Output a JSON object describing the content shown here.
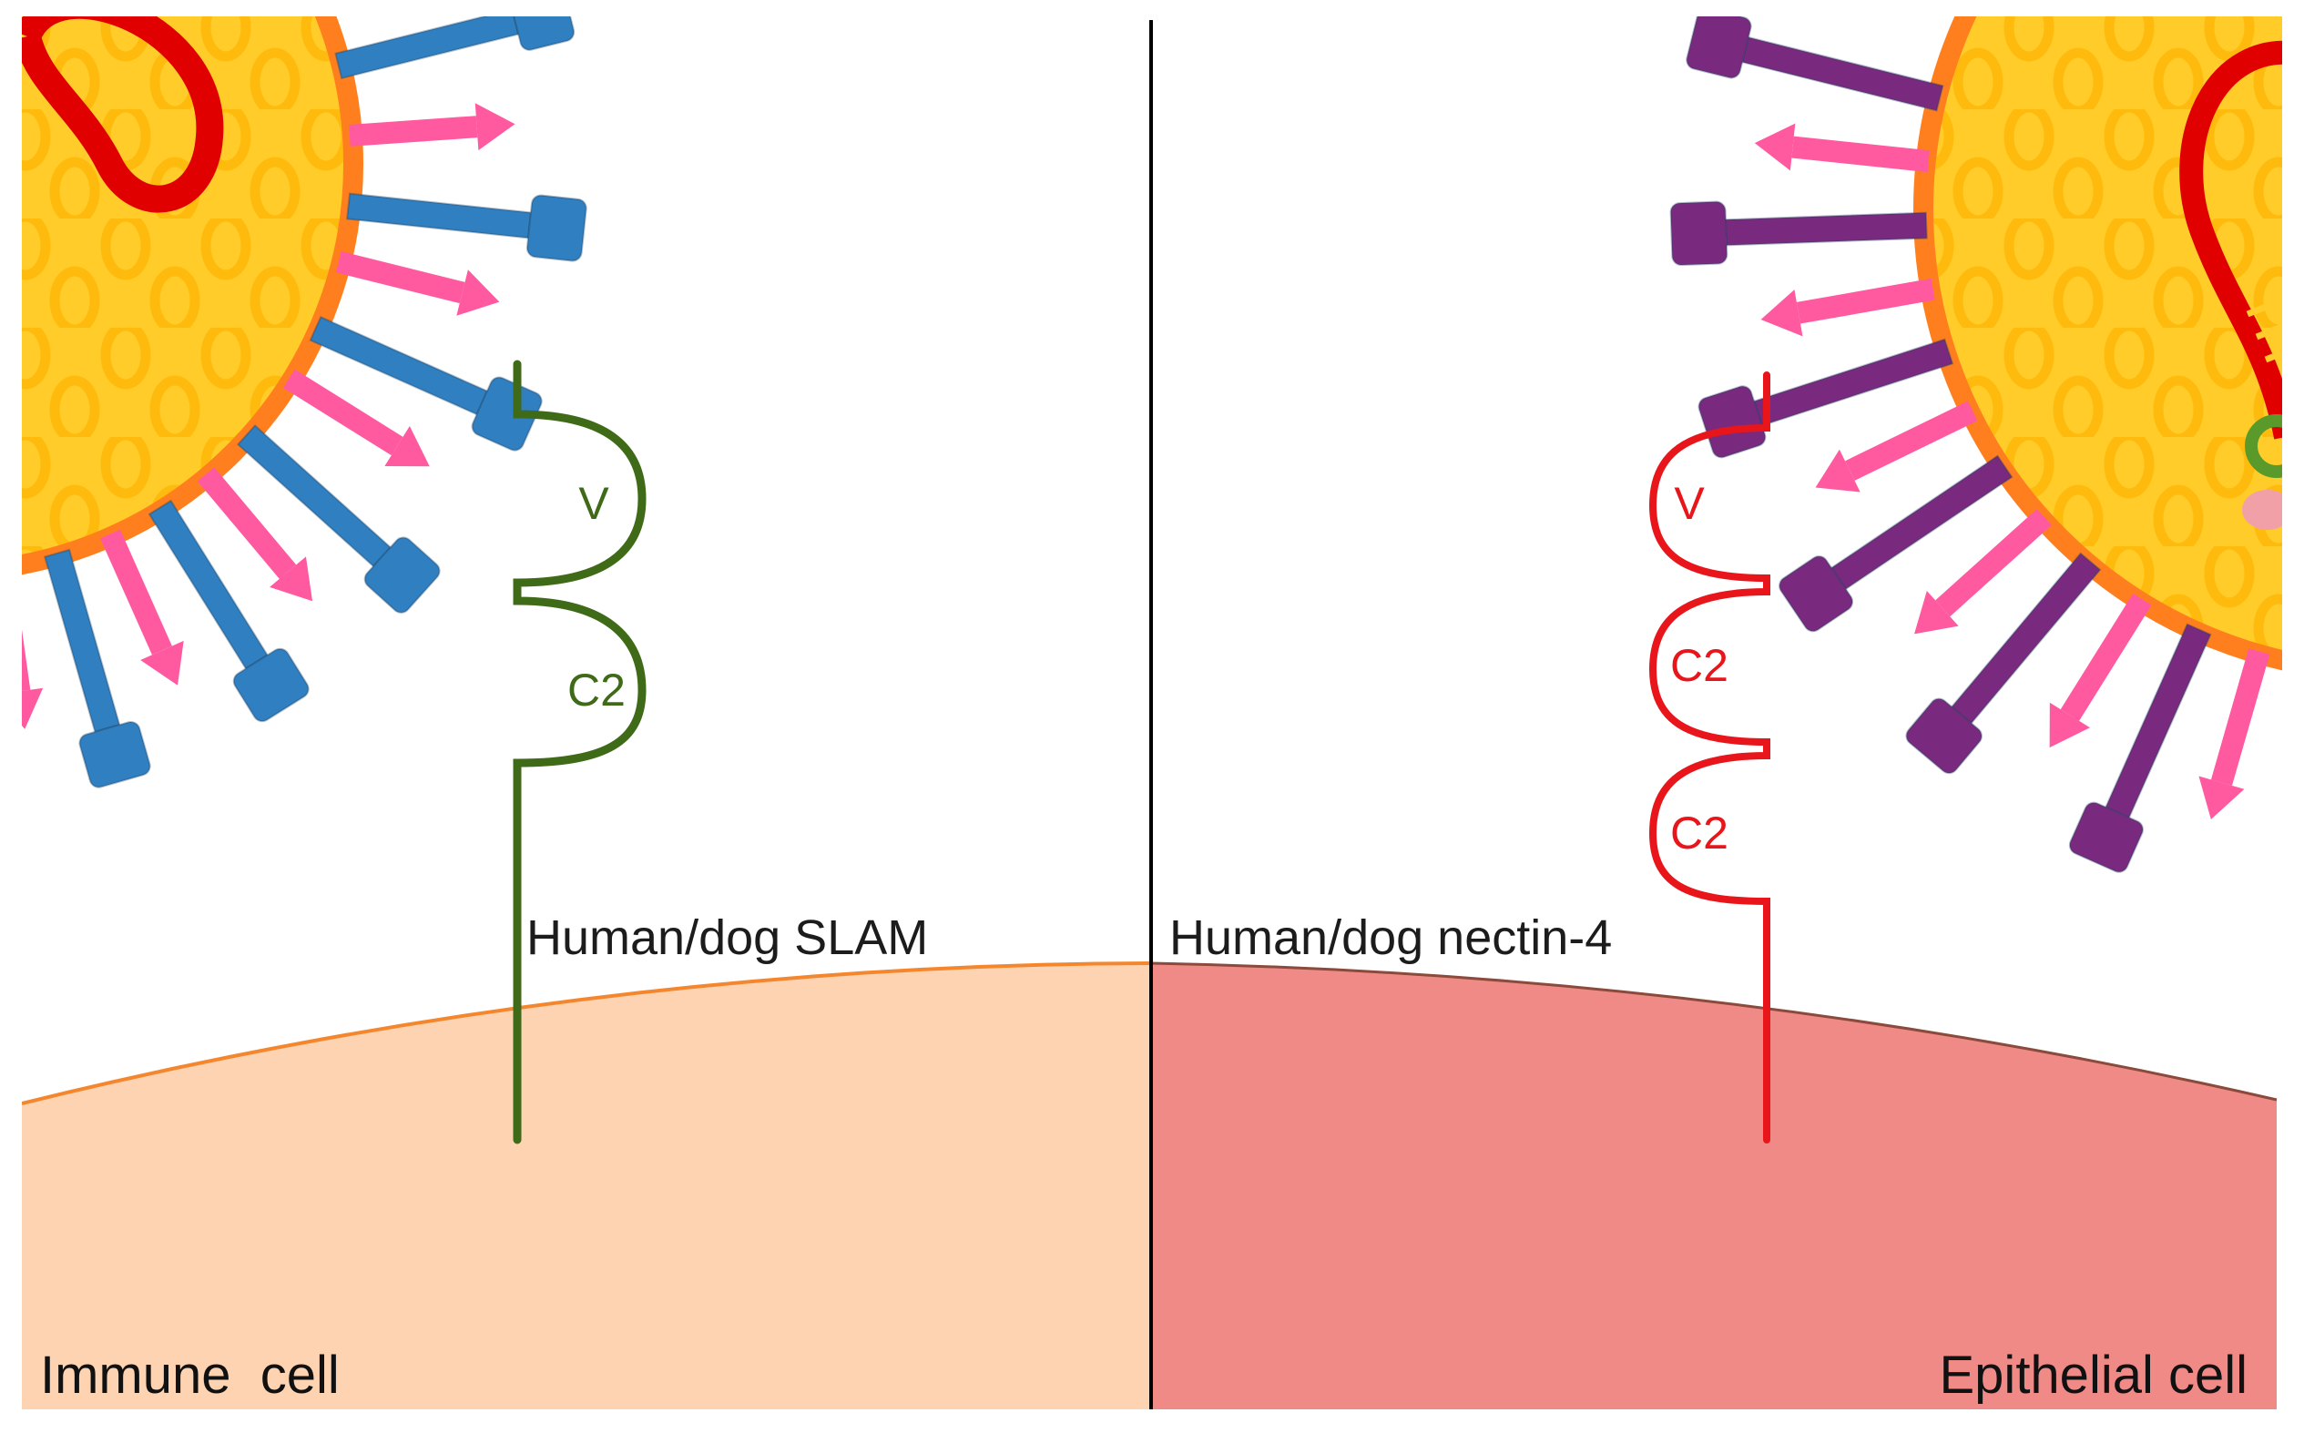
{
  "left_panel": {
    "receptor_name": "Human/dog SLAM",
    "domain_labels": [
      "V",
      "C2"
    ],
    "cell_label": "Immune  cell"
  },
  "right_panel": {
    "receptor_name": "Human/dog nectin-4",
    "domain_labels": [
      "V",
      "C2",
      "C2"
    ],
    "cell_label": "Epithelial cell"
  },
  "colors": {
    "virus_core": "#ffcc29",
    "virus_pattern": "#ffbe10",
    "virus_envelope": "#ff7f1e",
    "genome": "#e00000",
    "h_protein_left": "#2f7fc1",
    "h_protein_right": "#7a2a7e",
    "f_protein": "#ff5aa0",
    "slam": "#3f6a18",
    "nectin4": "#e8151b",
    "immune_cell": "#fdd3b2",
    "immune_cell_edge": "#f4872e",
    "epithelial_cell": "#f08a87",
    "epithelial_cell_edge": "#8a4a3c"
  }
}
